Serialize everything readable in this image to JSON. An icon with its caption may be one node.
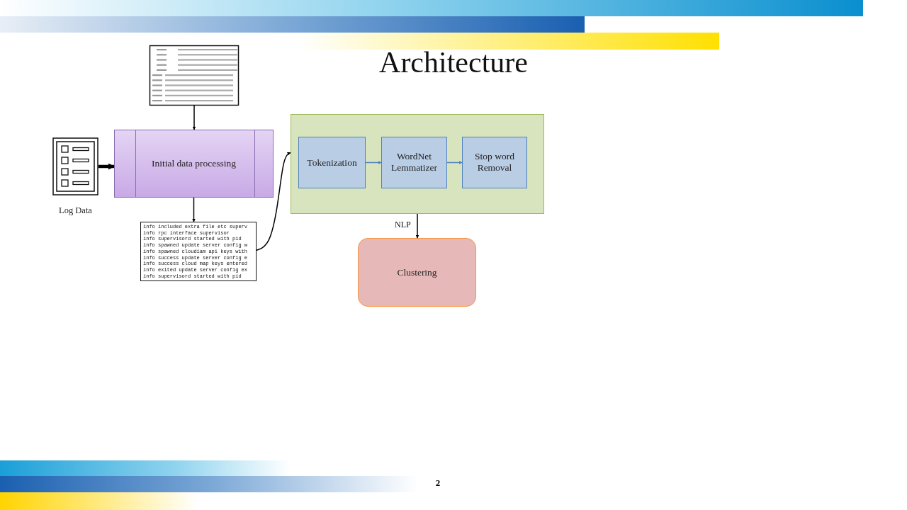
{
  "diagram": {
    "title": "Architecture",
    "nodes": [
      {
        "text": [],
        "shape": "picture"
      },
      {
        "text": [],
        "shape": "picture",
        "beside": [
          "Log Data"
        ]
      },
      {
        "text": [
          "Initial data processing"
        ]
      },
      {
        "text": [
          "info included extra file etc superv",
          "info rpc interface supervisor",
          "info supervisord started with pid",
          "info spawned update server config w",
          "info spawned cloudiam api keys with",
          "info success update server config e",
          "info success cloud map keys entered",
          "info exited update server config ex",
          "info supervisord started with pid"
        ]
      },
      {
        "text": [],
        "shape": "box"
      },
      {
        "text": [
          "Tokenization"
        ],
        "in": 4
      },
      {
        "text": [
          "WordNet Lemmatizer"
        ],
        "in": 4
      },
      {
        "text": [
          "Stop word Removal"
        ],
        "in": 4
      },
      {
        "text": [
          "Clustering"
        ]
      }
    ],
    "edges": [
      {
        "from": 0,
        "to": 2,
        "arrow": "to"
      },
      {
        "from": 1,
        "to": 2,
        "arrow": "to",
        "style": "thick"
      },
      {
        "from": 2,
        "to": 3,
        "arrow": "to"
      },
      {
        "from": 3,
        "to": 4,
        "arrow": "to"
      },
      {
        "from": 5,
        "to": 6,
        "arrow": "to",
        "color": "#4f81bd"
      },
      {
        "from": 6,
        "to": 7,
        "arrow": "to",
        "color": "#4f81bd"
      },
      {
        "from": 4,
        "to": 8,
        "arrow": "to",
        "label": "NLP"
      }
    ],
    "labels": [
      "2"
    ]
  }
}
